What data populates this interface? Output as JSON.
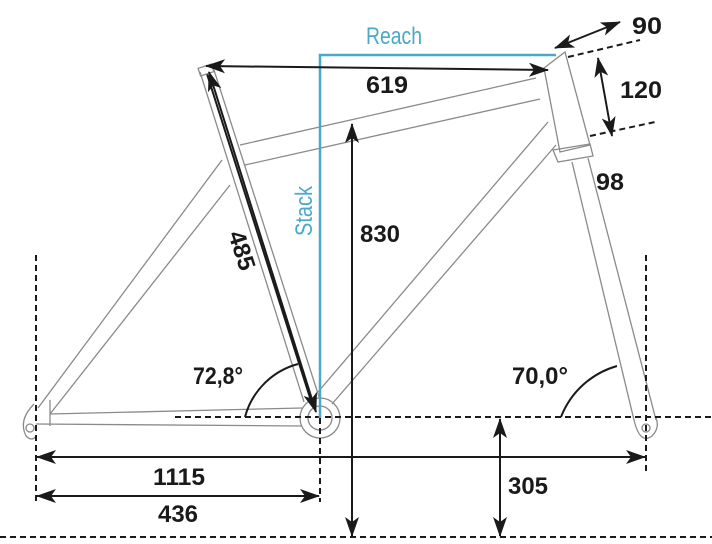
{
  "diagram": {
    "title": "Bike frame geometry",
    "accent_color": "#4aa8c8",
    "labels": {
      "reach": "Reach",
      "stack": "Stack",
      "reach_value": "619",
      "stack_value": "830",
      "seat_tube": "485",
      "stem_length": "90",
      "spacer_height": "120",
      "head_tube": "98",
      "seat_angle": "72,8°",
      "head_angle": "70,0°",
      "wheelbase": "1115",
      "chainstay": "436",
      "bb_height": "305"
    }
  }
}
